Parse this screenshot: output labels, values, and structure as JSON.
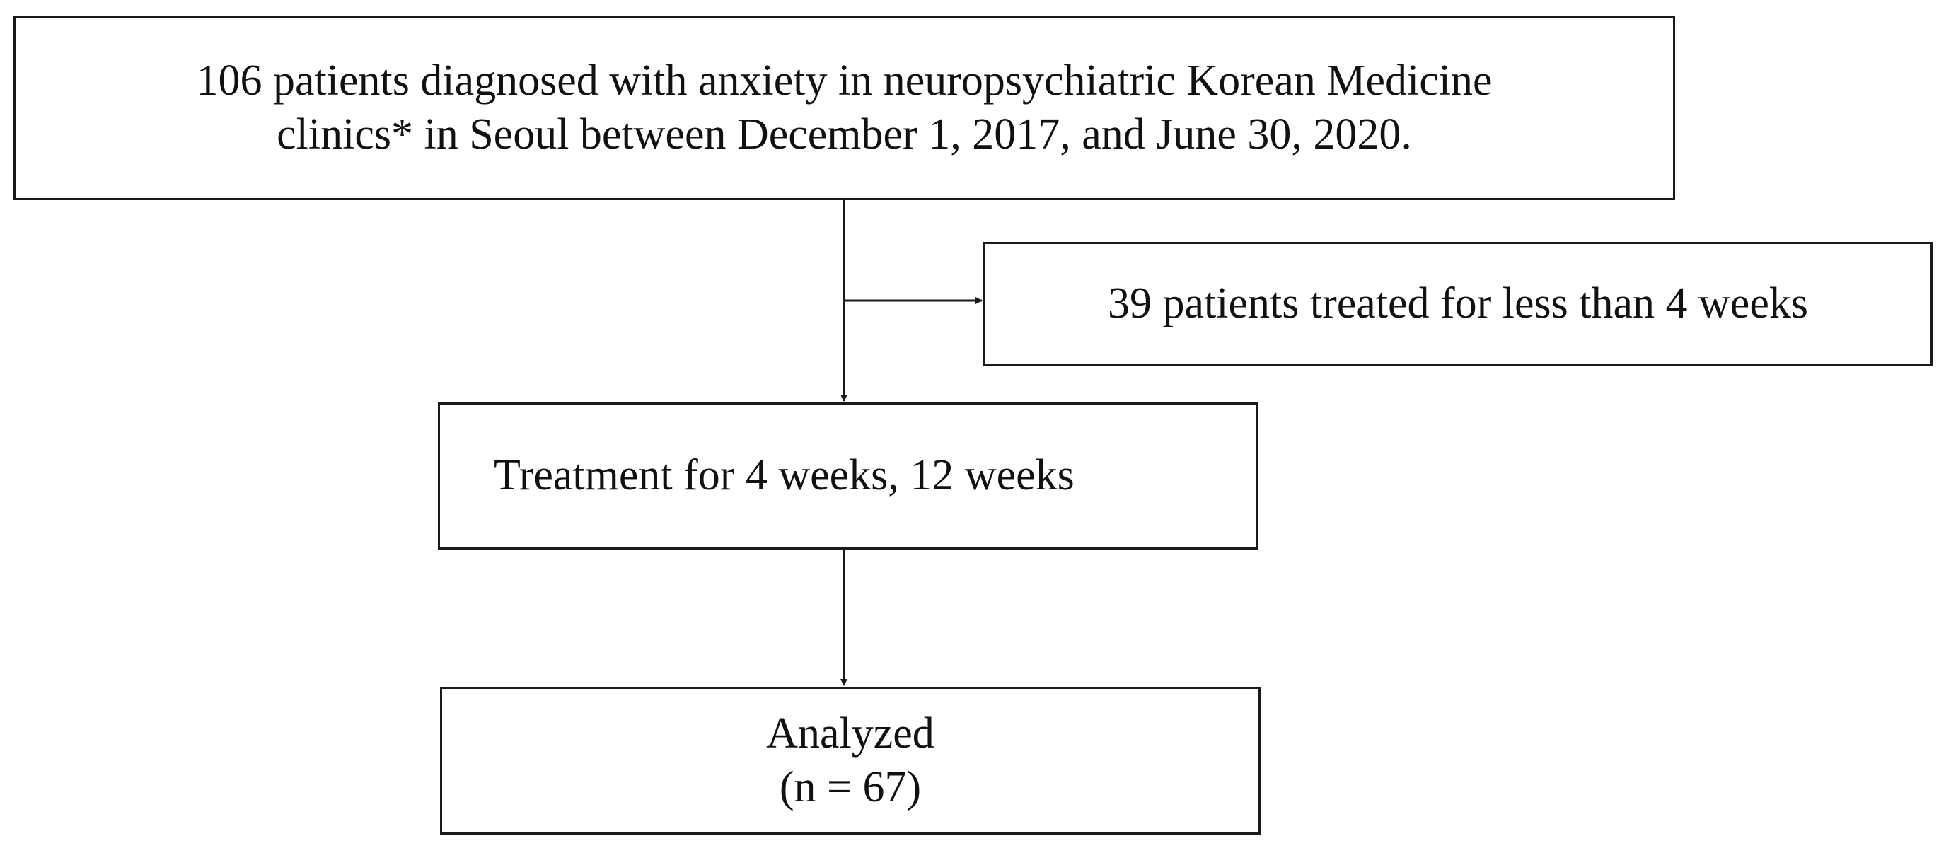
{
  "diagram": {
    "nodes": {
      "eligible": {
        "line1": "106 patients diagnosed with anxiety in neuropsychiatric Korean Medicine",
        "line2": "clinics* in Seoul between December 1, 2017, and June 30, 2020."
      },
      "excluded": {
        "label": "39 patients treated for less than 4 weeks"
      },
      "treatment": {
        "label": "Treatment for 4 weeks, 12 weeks"
      },
      "analyzed": {
        "line1": "Analyzed",
        "line2": "(n = 67)"
      }
    },
    "edges": [
      {
        "from": "eligible",
        "to": "treatment"
      },
      {
        "from": "eligible",
        "to": "excluded"
      },
      {
        "from": "treatment",
        "to": "analyzed"
      }
    ],
    "line_color": "#1a1a1a"
  }
}
